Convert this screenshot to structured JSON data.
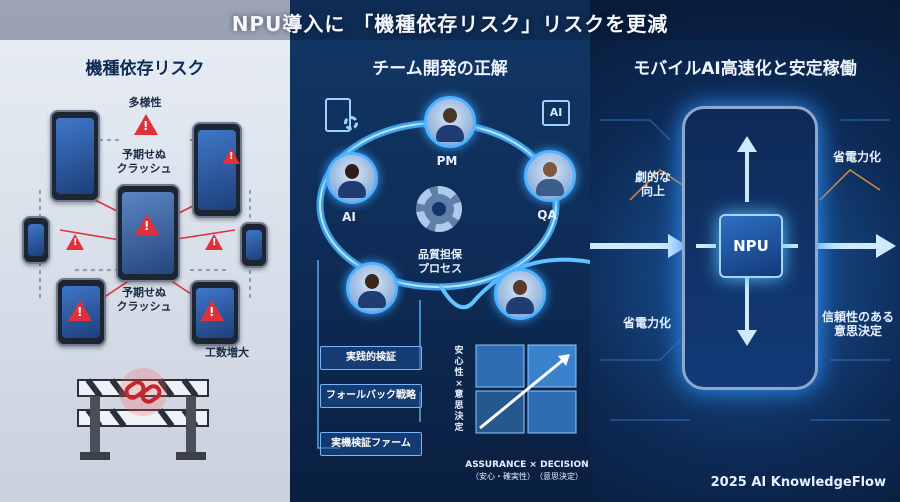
{
  "title": "NPU導入に 「機種依存リスク」リスクを更減",
  "left": {
    "title": "機種依存リスク",
    "labels": {
      "diversity": "多様性",
      "crash1": "予期せぬ\nクラッシュ",
      "crash2": "予期せぬ\nクラッシュ",
      "effort": "工数増大"
    }
  },
  "middle": {
    "title": "チーム開発の正解",
    "roles": {
      "pm": "PM",
      "ai": "AI",
      "qa": "QA"
    },
    "ai_badge": "AI",
    "center_label": "品質担保\nプロセス",
    "steps": [
      "実践的検証",
      "フォールバック戦略",
      "実機検証ファーム"
    ],
    "chart_yaxis": "安心性 × 意思決定",
    "chart_xaxis": "ASSURANCE × DECISION",
    "chart_xsub": "（安心・確実性）　（意思決定）"
  },
  "right": {
    "title": "モバイルAI高速化と安定稼働",
    "chip": "NPU",
    "labels": {
      "dramatic": "劇的な\n向上",
      "power_top": "省電力化",
      "power_left": "省電力化",
      "reliable": "信頼性のある\n意思決定"
    }
  },
  "credit": "2025 AI KnowledgeFlow",
  "colors": {
    "accent": "#4fb3ff",
    "warning": "#e0313a",
    "navy": "#0b2346"
  }
}
